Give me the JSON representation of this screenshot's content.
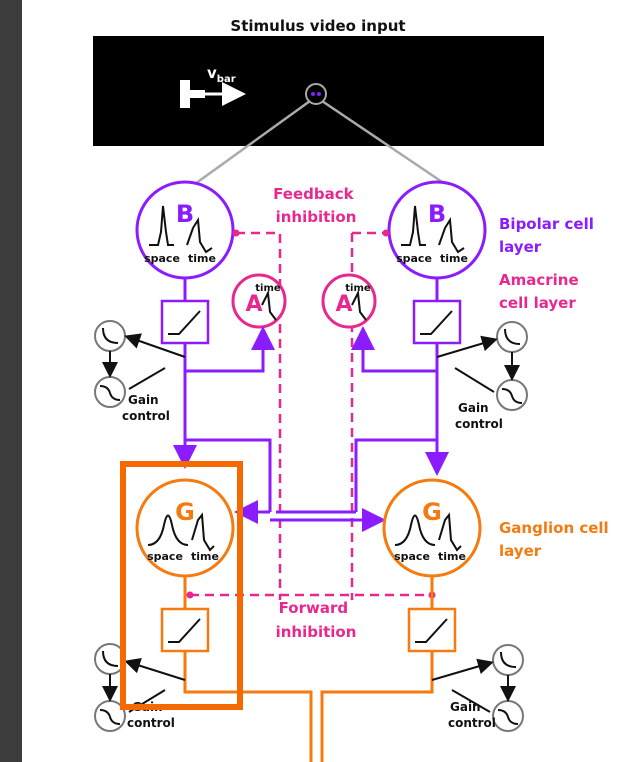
{
  "title": "Stimulus video input",
  "stimulus": {
    "label": "v",
    "label_sub": "bar"
  },
  "cells": {
    "bipolar": {
      "letter": "B",
      "space_label": "space",
      "time_label": "time"
    },
    "amacrine": {
      "letter": "A",
      "time_label": "time"
    },
    "ganglion": {
      "letter": "G",
      "space_label": "space",
      "time_label": "time"
    }
  },
  "labels": {
    "feedback_1": "Feedback",
    "feedback_2": "inhibition",
    "bipolar_layer_1": "Bipolar cell",
    "bipolar_layer_2": "layer",
    "amacrine_layer_1": "Amacrine",
    "amacrine_layer_2": "cell layer",
    "ganglion_layer_1": "Ganglion cell",
    "ganglion_layer_2": "layer",
    "forward_1": "Forward",
    "forward_2": "inhibition",
    "gain_1": "Gain",
    "gain_2": "control"
  },
  "colors": {
    "bipolar": "#8a1cff",
    "amacrine": "#e8288f",
    "ganglion": "#f57a0f",
    "highlight": "#f56a00",
    "background": "#3c3c3c"
  }
}
